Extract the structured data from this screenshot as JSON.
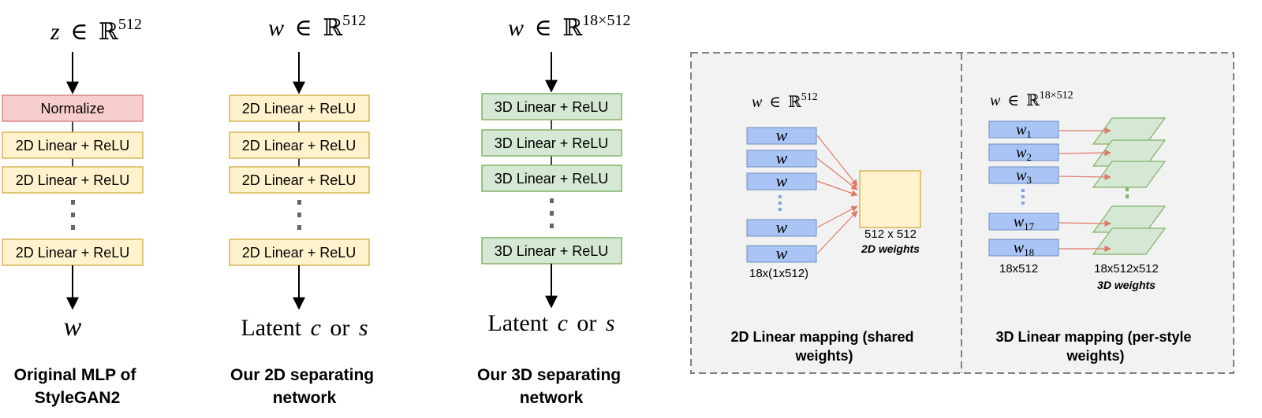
{
  "columns": {
    "original": {
      "input_var": "z",
      "input_in": "∈",
      "input_space": "ℝ",
      "input_sup": "512",
      "normalize_label": "Normalize",
      "layer_label": "2D Linear + ReLU",
      "output_var": "w",
      "caption_line1": "Original MLP of",
      "caption_line2": "StyleGAN2"
    },
    "sep2d": {
      "input_var": "w",
      "input_in": "∈",
      "input_space": "ℝ",
      "input_sup": "512",
      "layer_label": "2D Linear + ReLU",
      "output_text": "Latent",
      "output_c": "c",
      "output_or": "or",
      "output_s": "s",
      "caption_line1": "Our 2D separating",
      "caption_line2": "network"
    },
    "sep3d": {
      "input_var": "w",
      "input_in": "∈",
      "input_space": "ℝ",
      "input_sup": "18×512",
      "layer_label": "3D Linear + ReLU",
      "output_text": "Latent",
      "output_c": "c",
      "output_or": "or",
      "output_s": "s",
      "caption_line1": "Our 3D separating",
      "caption_line2": "network"
    }
  },
  "panels": {
    "left": {
      "input_var": "w",
      "input_in": "∈",
      "input_space": "ℝ",
      "input_sup": "512",
      "vector_label": "w",
      "vectors_dim": "18x(1x512)",
      "weight_dim": "512 x 512",
      "weight_name": "2D weights",
      "caption_line1": "2D Linear mapping (shared",
      "caption_line2": "weights)"
    },
    "right": {
      "input_var": "w",
      "input_in": "∈",
      "input_space": "ℝ",
      "input_sup": "18×512",
      "vector_base": "w",
      "subscripts": [
        "1",
        "2",
        "3",
        "17",
        "18"
      ],
      "vectors_dim": "18x512",
      "weight_dim": "18x512x512",
      "weight_name": "3D weights",
      "caption_line1": "3D Linear mapping (per-style",
      "caption_line2": "weights)"
    }
  },
  "colors": {
    "normalize_fill": "#f8cecc",
    "normalize_stroke": "#d98a88",
    "layer2d_fill": "#fff2cc",
    "layer2d_stroke": "#d6b656",
    "layer3d_fill": "#d5e8d4",
    "layer3d_stroke": "#82b366",
    "vector_fill": "#a9c4f5",
    "vector_stroke": "#6c8ebf",
    "mapping_arrow": "#e07a68",
    "panel_bg": "#f2f2f2",
    "panel_stroke": "#808080",
    "dots_gray": "#666666",
    "dots_blue": "#7ea6e0",
    "dots_green": "#82b366"
  }
}
